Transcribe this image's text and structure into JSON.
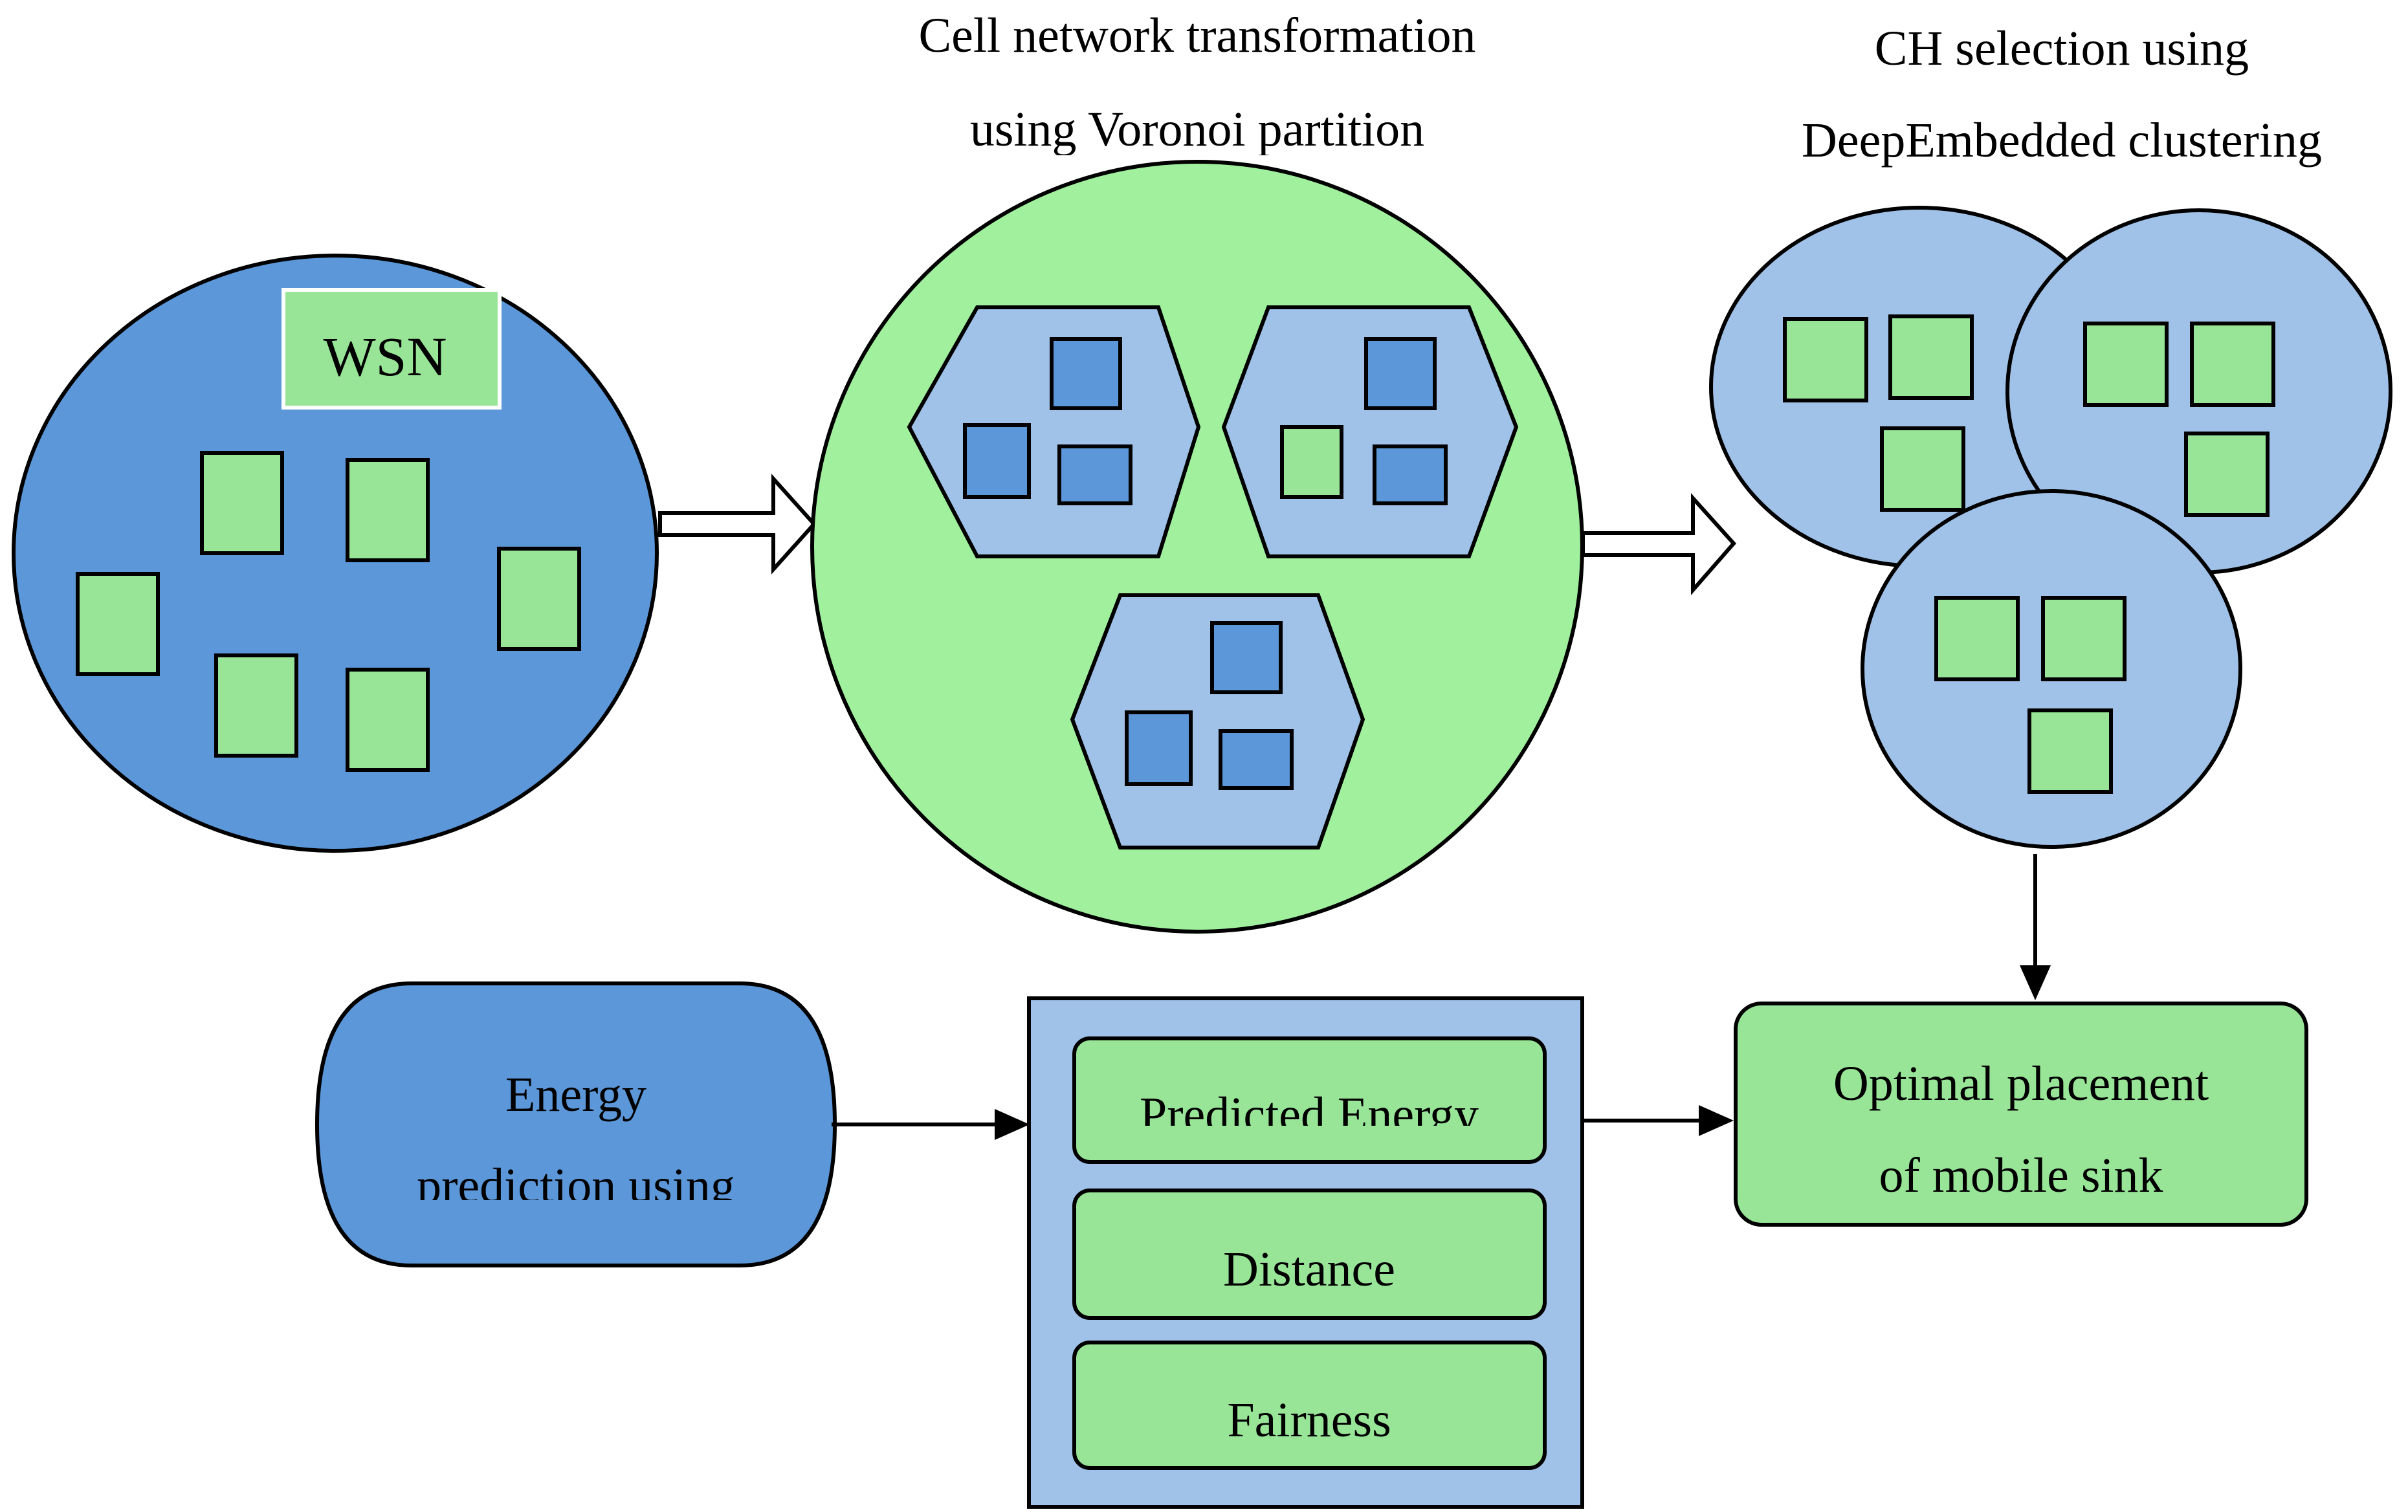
{
  "diagram": {
    "wsn": {
      "label": "WSN"
    },
    "voronoi": {
      "title_line1": "Cell network transformation",
      "title_line2": "using Voronoi partition"
    },
    "ch_selection": {
      "title_line1": "CH selection using",
      "title_line2": "DeepEmbedded clustering"
    },
    "energy": {
      "line1": "Energy",
      "line2": "prediction using"
    },
    "criteria": {
      "item1": "Predicted Energy",
      "item2": "Distance",
      "item3": "Fairness"
    },
    "placement": {
      "line1": "Optimal placement",
      "line2": "of mobile sink"
    }
  },
  "colors": {
    "dark_blue": "#5b97d9",
    "light_blue": "#a0c2e8",
    "green": "#98e598",
    "light_green": "#a0f09e",
    "outline": "#000000"
  }
}
